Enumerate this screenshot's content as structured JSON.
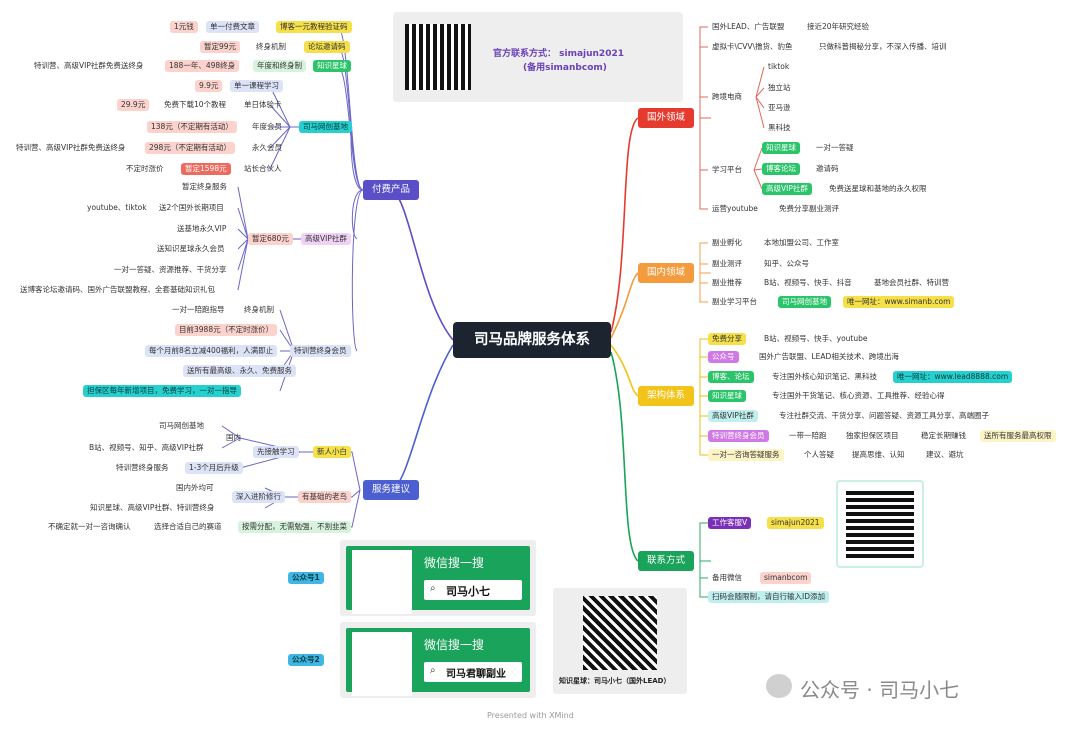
{
  "center": "司马品牌服务体系",
  "contact_card": {
    "line1": "官方联系方式： simajun2021",
    "line2": "(备用simanbcom)"
  },
  "categories": {
    "paid": "付费产品",
    "advice": "服务建议",
    "overseas": "国外领域",
    "domestic": "国内领域",
    "arch": "架构体系",
    "contact": "联系方式"
  },
  "paid": {
    "blog_trial": "博客一元教程验证码",
    "one_yuan": "1元钱",
    "single_article": "单一付费文章",
    "forum_code": "论坛邀请码",
    "tmp99": "暂定99元",
    "lifetime": "终身机制",
    "planet": "知识星球",
    "planet_desc": "特训营、高级VIP社群免费送终身",
    "planet_price": "188一年、498终身",
    "planet_mech": "年度和终身制",
    "base": "司马网创基地",
    "course_price": "9.9元",
    "course": "单一课程学习",
    "trial_price": "29.9元",
    "trial_desc": "免费下载10个教程",
    "trial_card": "单日体验卡",
    "year_price": "138元（不定期有活动）",
    "year_member": "年度会员",
    "perm_desc": "特训营、高级VIP社群免费送终身",
    "perm_price": "298元（不定期有活动）",
    "perm_member": "永久会员",
    "partner_note": "不定时涨价",
    "partner_price": "暂定1598元",
    "partner": "站长合伙人",
    "vip": "高级VIP社群",
    "vip_price": "暂定680元",
    "vip_items": [
      "暂定终身服务",
      "youtube、tiktok",
      "送2个国外长期项目",
      "送基地永久VIP",
      "送知识星球永久会员",
      "一对一答疑、资源推荐、干货分享",
      "送博客论坛邀请码、国外广告联盟教程、全套基础知识礼包"
    ],
    "camp": "特训营终身会员",
    "camp_items": [
      "一对一陪跑指导",
      "终身机制",
      "目前3988元（不定时涨价）",
      "每个月前8名立减400福利，人满即止",
      "送所有最高级、永久、免费服务",
      "担保区每年新增项目，免费学习，一对一指导"
    ]
  },
  "advice": {
    "newbie": "新人小白",
    "first": "先接触学习",
    "domestic": "国内",
    "d1": "司马网创基地",
    "d2": "B站、视频号、知乎、高级VIP社群",
    "d3": "特训营终身服务",
    "d3_time": "1-3个月后升级",
    "old": "有基础的老鸟",
    "deep": "深入进阶修行",
    "o1": "国内外均可",
    "o2": "知识星球、高级VIP社群、特训营终身",
    "distribute": "按需分配，无需勉强，不割韭菜",
    "choose": "选择合适自己的赛道",
    "unsure": "不确定就一对一咨询确认"
  },
  "overseas": {
    "lead": "国外LEAD、广告联盟",
    "lead_exp": "接近20年研究经验",
    "vcc": "虚拟卡\\CVV\\撸货、豹鱼",
    "vcc_desc": "只做科普揭秘分享，不深入传播、培训",
    "ecom": "跨境电商",
    "ecom_items": [
      "tiktok",
      "独立站",
      "亚马逊",
      "黑科技"
    ],
    "platform": "学习平台",
    "p_planet": "知识星球",
    "p_planet_d": "一对一答疑",
    "p_forum": "博客论坛",
    "p_forum_d": "邀请码",
    "p_vip": "高级VIP社群",
    "p_vip_d": "免费送星球和基地的永久权限",
    "youtube": "运营youtube",
    "youtube_d": "免费分享副业测评"
  },
  "domestic": {
    "incubate": "副业孵化",
    "incubate_d": "本地加盟公司、工作室",
    "review": "副业测评",
    "review_d": "知乎、公众号",
    "promo": "副业推荐",
    "promo_d": "B站、视频号、快手、抖音",
    "promo_d2": "基地会员社群、特训营",
    "learn": "副业学习平台",
    "learn_base": "司马网创基地",
    "learn_url": "唯一网址：www.simanb.com"
  },
  "arch": {
    "free": "免费分享",
    "free_d": "B站、视频号、快手、youtube",
    "gzh": "公众号",
    "gzh_d": "国外广告联盟、LEAD相关技术、跨境出海",
    "blog": "博客、论坛",
    "blog_d": "专注国外核心知识笔记、黑科技",
    "blog_url": "唯一网址：www.lead8888.com",
    "planet": "知识星球",
    "planet_d": "专注国外干货笔记、核心资源、工具推荐、经验心得",
    "vip": "高级VIP社群",
    "vip_d": "专注社群交流、干货分享、问题答疑、资源工具分享、高端圈子",
    "camp": "特训营终身会员",
    "camp_d1": "一带一陪跑",
    "camp_d2": "独家担保区项目",
    "camp_d3": "稳定长期赚钱",
    "camp_d4": "送所有服务最高权限",
    "consult": "一对一咨询答疑服务",
    "consult_d1": "个人答疑",
    "consult_d2": "提高思维、认知",
    "consult_d3": "建议、避坑"
  },
  "contact": {
    "wechat": "工作客服V",
    "wechat_id": "simajun2021",
    "backup": "备用微信",
    "backup_id": "simanbcom",
    "scan_note": "扫码会随限制，请自行输入ID添加"
  },
  "gzh_cards": [
    {
      "tag": "公众号1",
      "search": "微信搜一搜",
      "name": "司马小七"
    },
    {
      "tag": "公众号2",
      "search": "微信搜一搜",
      "name": "司马君聊副业"
    }
  ],
  "planet_qr_caption": "知识星球：司马小七（国外LEAD）",
  "watermark": "公众号 · 司马小七",
  "footer": "Presented with XMind",
  "colors": {
    "center": "#1c2430",
    "paid": "#5a4fc7",
    "advice": "#4b5fd0",
    "overseas": "#e53b2e",
    "domestic": "#f39b3d",
    "arch": "#f2c318",
    "contact": "#1aa35a"
  }
}
